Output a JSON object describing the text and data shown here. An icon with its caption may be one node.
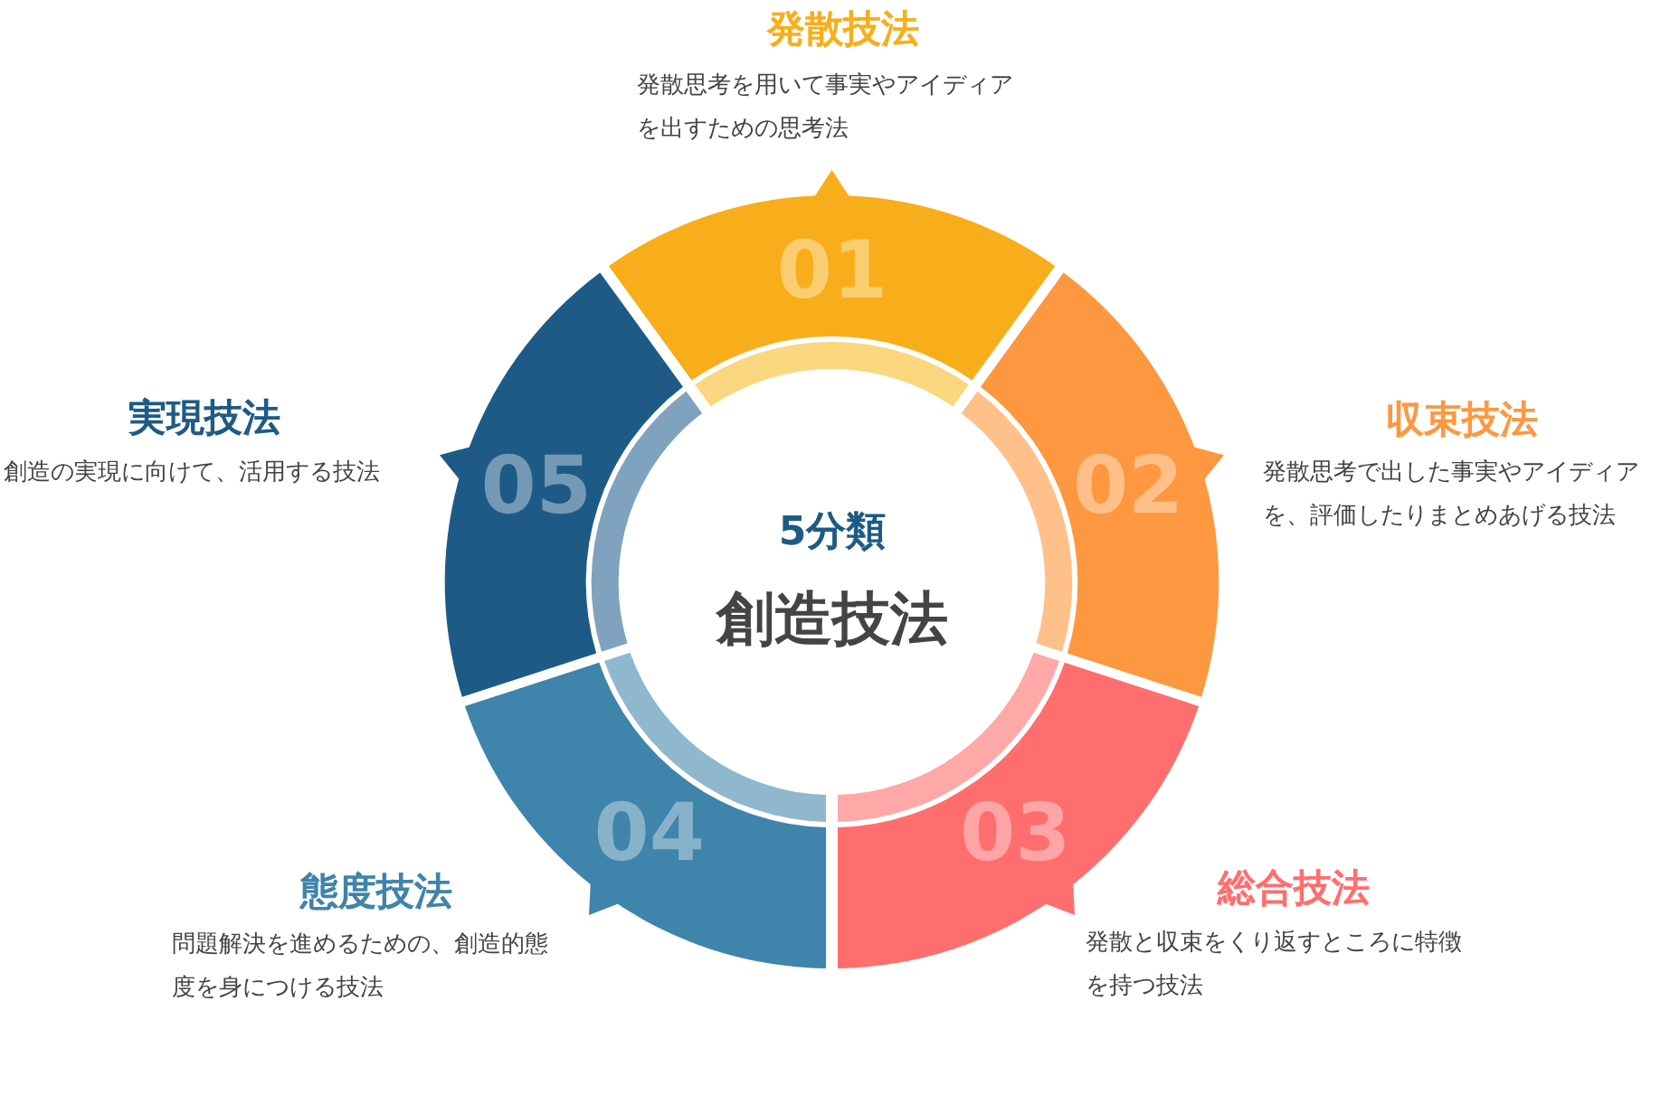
{
  "diagram": {
    "nodes": [
      {
        "text": [
          "01"
        ],
        "beside": [
          "発散技法",
          "発散思考を用いて事実やアイディアを出すための思考法"
        ]
      },
      {
        "text": [
          "02"
        ],
        "beside": [
          "収束技法",
          "発散思考で出した事実やアイディアを、評価したりまとめあげる技法"
        ]
      },
      {
        "text": [
          "03"
        ],
        "beside": [
          "総合技法",
          "発散と収束をくり返すところに特徴を持つ技法"
        ]
      },
      {
        "text": [
          "04"
        ],
        "beside": [
          "態度技法",
          "問題解決を進めるための、創造的態度を身につける技法"
        ]
      },
      {
        "text": [
          "05"
        ],
        "beside": [
          "実現技法",
          "創造の実現に向けて、活用する技法"
        ]
      },
      {
        "text": [
          "5分類",
          "創造技法"
        ]
      }
    ]
  }
}
